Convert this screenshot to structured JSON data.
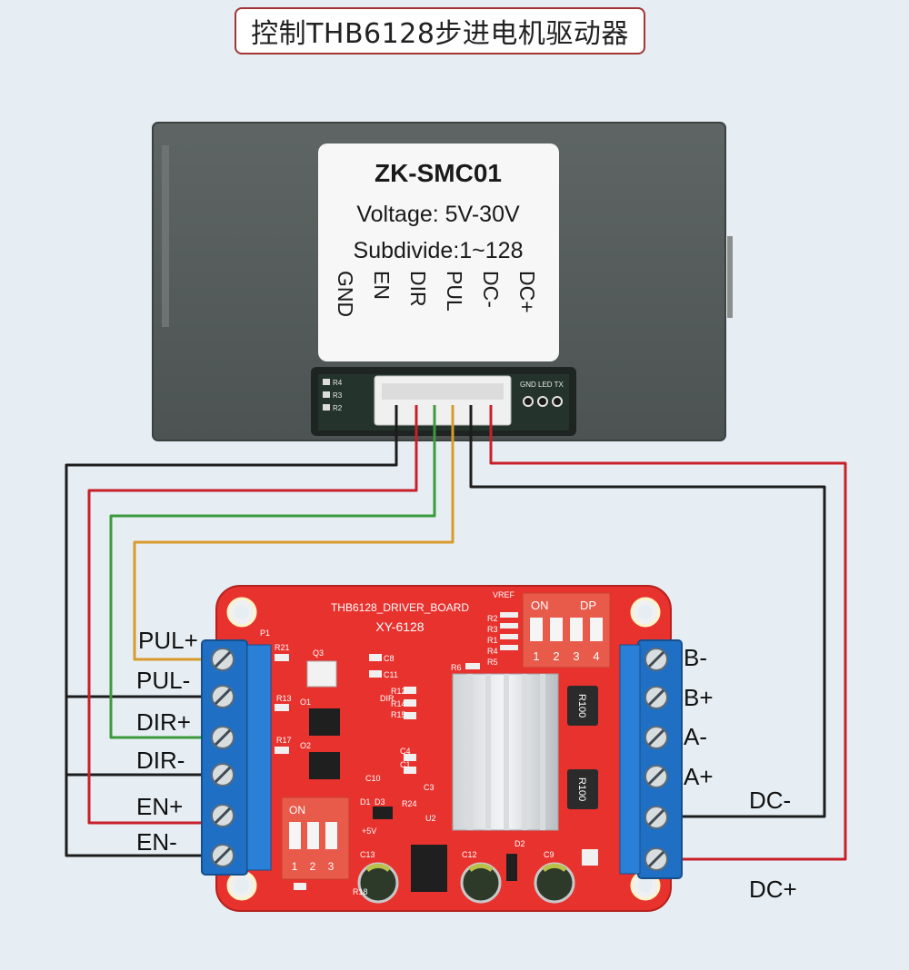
{
  "title": "控制THB6128步进电机驱动器",
  "controller": {
    "model": "ZK-SMC01",
    "voltage": "Voltage: 5V-30V",
    "subdivide": "Subdivide:1~128",
    "pins": [
      "GND",
      "EN",
      "DIR",
      "PUL",
      "DC-",
      "DC+"
    ],
    "jumpers": [
      "R4",
      "R3",
      "R2"
    ],
    "header_label": "GND LED TX"
  },
  "driver_board": {
    "name": "THB6128_DRIVER_BOARD",
    "model": "XY-6128",
    "left_labels": [
      "PUL+",
      "PUL-",
      "DIR+",
      "DIR-",
      "EN+",
      "EN-"
    ],
    "right_labels": [
      "B-",
      "B+",
      "A-",
      "A+"
    ],
    "power_labels": [
      "DC-",
      "DC+"
    ],
    "dip_right": {
      "on": "ON",
      "dp": "DP",
      "numbers": [
        "1",
        "2",
        "3",
        "4"
      ]
    },
    "dip_left": {
      "on": "ON",
      "numbers": [
        "1",
        "2",
        "3"
      ]
    },
    "resistor_marking": "R100",
    "silkscreen": {
      "p1": "P1",
      "r21": "R21",
      "r13": "R13",
      "r17": "R17",
      "r18": "R18",
      "q3": "Q3",
      "o1": "O1",
      "o2": "O2",
      "c8": "C8",
      "c11": "C11",
      "c10": "C10",
      "c13": "C13",
      "c12": "C12",
      "c9": "C9",
      "c3": "C3",
      "c4": "C4",
      "c1": "C1",
      "d1": "D1",
      "d2": "D2",
      "d3": "D3",
      "u2": "U2",
      "r24": "R24",
      "plus5v": "+5V",
      "r1": "R1",
      "r2": "R2",
      "r3": "R3",
      "r4": "R4",
      "r5": "R5",
      "r6": "R6",
      "vref": "VREF",
      "r14": "R14",
      "r15": "R15",
      "dir": "DIR",
      "r12": "R12"
    }
  },
  "colors": {
    "wire_black": "#1c1c1c",
    "wire_red": "#c8202a",
    "wire_green": "#3c9a3c",
    "wire_orange": "#d99a2b",
    "pcb_red": "#e8322e",
    "terminal_blue": "#1f6fc4",
    "case_gray": "#565d5c"
  }
}
